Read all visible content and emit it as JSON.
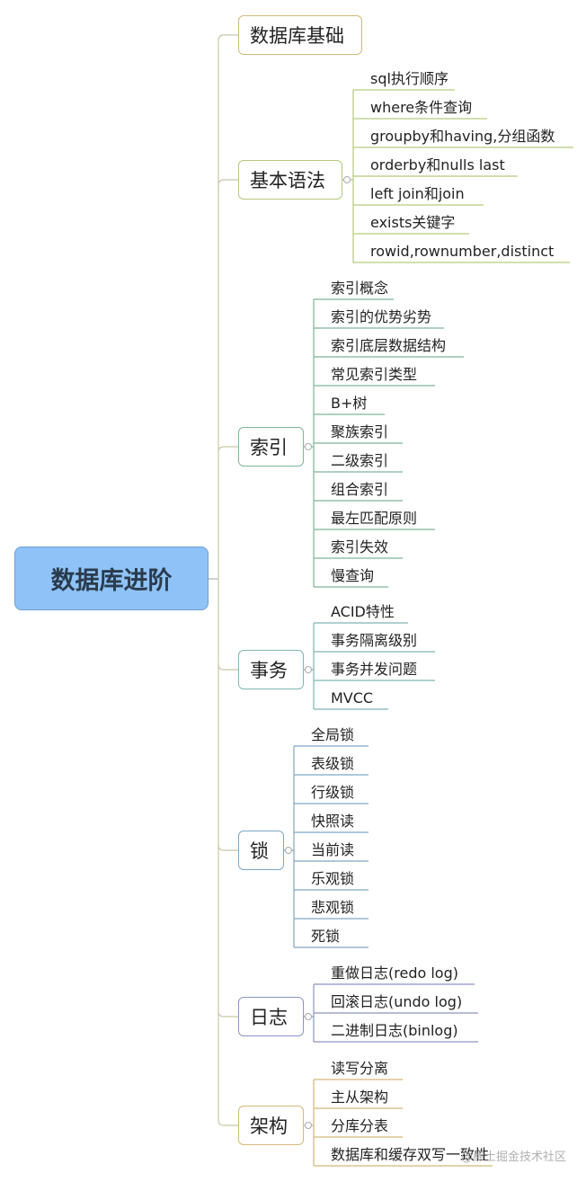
{
  "root": {
    "label": "数据库进阶"
  },
  "branches": [
    {
      "label": "数据库基础",
      "color": "#d4b878",
      "items": []
    },
    {
      "label": "基本语法",
      "color": "#b7c97d",
      "items": [
        "sql执行顺序",
        "where条件查询",
        "groupby和having,分组函数",
        "orderby和nulls last",
        "left join和join",
        "exists关键字",
        "rowid,rownumber,distinct"
      ]
    },
    {
      "label": "索引",
      "color": "#7fb59a",
      "items": [
        "索引概念",
        "索引的优势劣势",
        "索引底层数据结构",
        "常见索引类型",
        "B+树",
        "聚族索引",
        "二级索引",
        "组合索引",
        "最左匹配原则",
        "索引失效",
        "慢查询"
      ]
    },
    {
      "label": "事务",
      "color": "#7fb5b5",
      "items": [
        "ACID特性",
        "事务隔离级别",
        "事务并发问题",
        "MVCC"
      ]
    },
    {
      "label": "锁",
      "color": "#7fa6c4",
      "items": [
        "全局锁",
        "表级锁",
        "行级锁",
        "快照读",
        "当前读",
        "乐观锁",
        "悲观锁",
        "死锁"
      ]
    },
    {
      "label": "日志",
      "color": "#8a95c4",
      "items": [
        "重做日志(redo log)",
        "回滚日志(undo log)",
        "二进制日志(binlog)"
      ]
    },
    {
      "label": "架构",
      "color": "#d4b878",
      "items": [
        "读写分离",
        "主从架构",
        "分库分表",
        "数据库和缓存双写一致性"
      ]
    }
  ],
  "watermark": "@稀土掘金技术社区"
}
